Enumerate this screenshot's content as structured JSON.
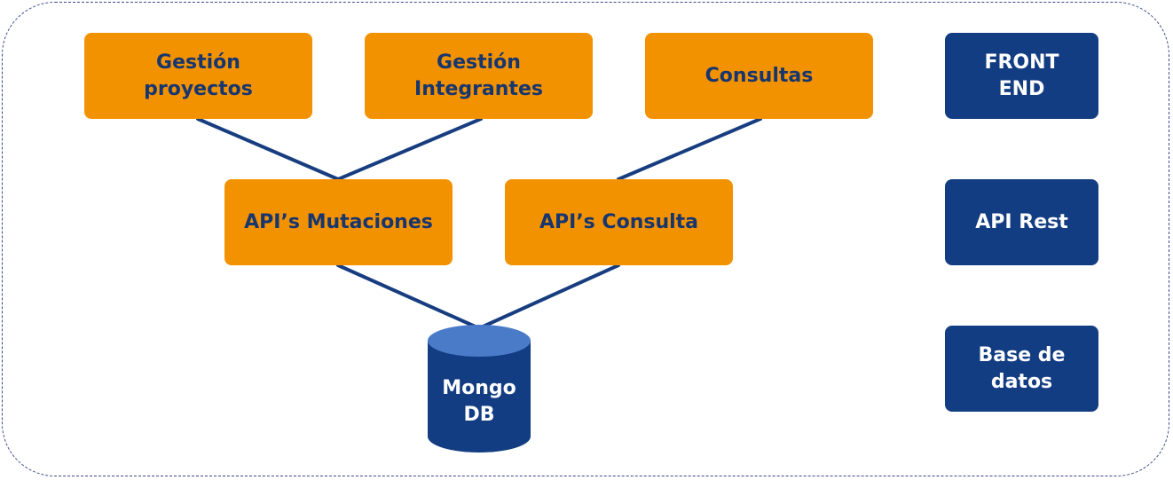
{
  "nodes": {
    "gestion_proyectos": [
      "Gestión",
      "proyectos"
    ],
    "gestion_integrantes": [
      "Gestión",
      "Integrantes"
    ],
    "consultas": [
      "Consultas"
    ],
    "api_mutaciones": [
      "API’s Mutaciones"
    ],
    "api_consulta": [
      "API’s Consulta"
    ],
    "mongo_db": [
      "Mongo",
      "DB"
    ]
  },
  "legend": {
    "front_end": [
      "FRONT",
      "END"
    ],
    "api_rest": [
      "API Rest"
    ],
    "base_de_datos": [
      "Base de",
      "datos"
    ]
  },
  "colors": {
    "orange_box": "#f39200",
    "orange_text": "#17366f",
    "navy_box": "#133d82",
    "connector": "#173d80",
    "db_body": "#133d82",
    "db_top": "#4a7bc8",
    "frame_dash": "#3a4a8a"
  }
}
